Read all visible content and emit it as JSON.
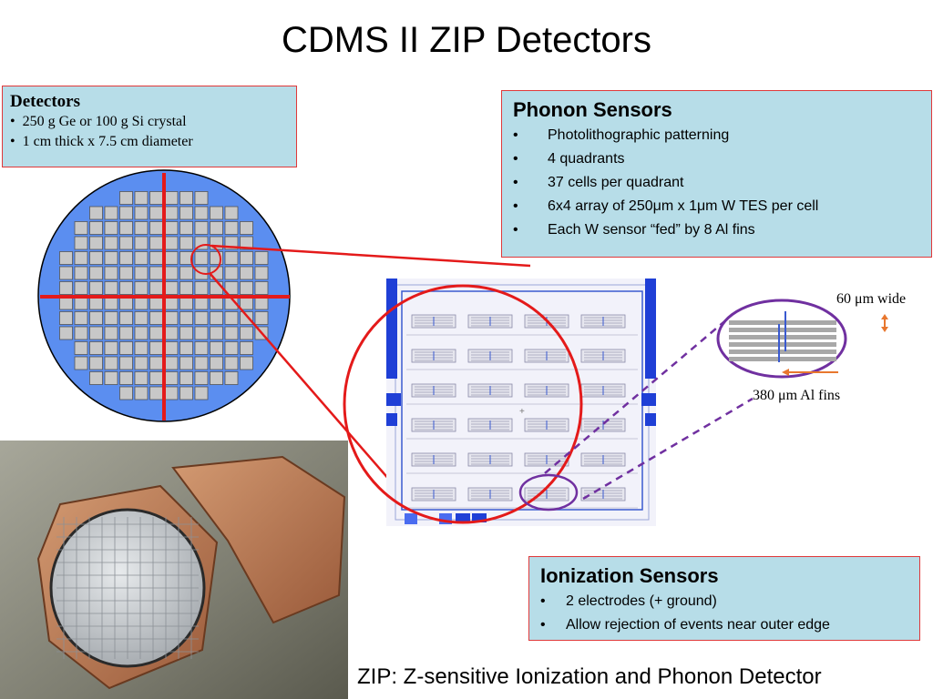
{
  "slide": {
    "title": "CDMS II ZIP Detectors",
    "caption": "ZIP: Z-sensitive Ionization and Phonon Detector"
  },
  "detectors": {
    "heading": "Detectors",
    "items": [
      "250 g Ge or 100 g Si crystal",
      "1 cm thick x 7.5 cm diameter"
    ]
  },
  "phonon": {
    "heading": "Phonon Sensors",
    "items": [
      "Photolithographic patterning",
      "4 quadrants",
      "37 cells per quadrant",
      "6x4 array of 250μm x 1μm W TES per cell",
      "Each W sensor “fed” by 8 Al fins"
    ]
  },
  "ionization": {
    "heading": "Ionization Sensors",
    "items": [
      "2 electrodes (+ ground)",
      "Allow rejection of events near outer edge"
    ]
  },
  "labels": {
    "width": "60 μm wide",
    "fins": "380 μm Al fins"
  },
  "colors": {
    "box_fill": "#b7dde8",
    "box_border": "#e0393a",
    "wafer_blue": "#5b8ef0",
    "cell_gray": "#c8c8c8",
    "highlight_red": "#e41a1a",
    "highlight_purple": "#7030a0",
    "copper": "#b9764e"
  }
}
